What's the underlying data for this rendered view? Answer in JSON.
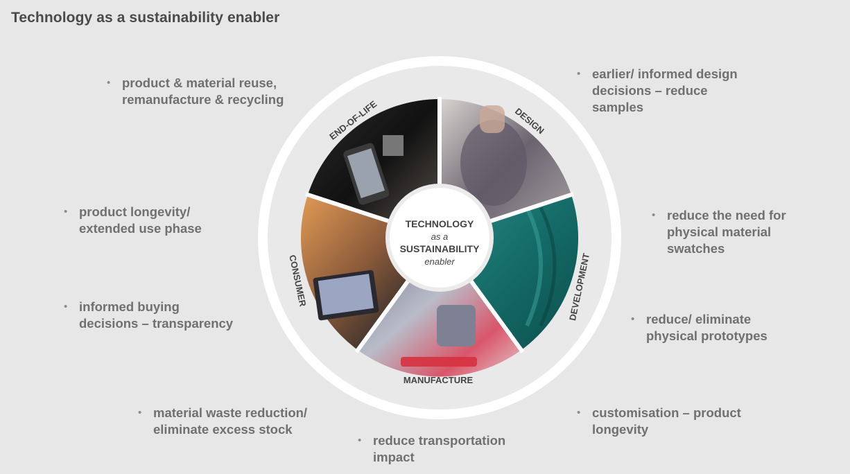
{
  "title": "Technology as a sustainability enabler",
  "center": {
    "line1": "TECHNOLOGY",
    "line2": "as a",
    "line3": "SUSTAINABILITY",
    "line4": "enabler"
  },
  "segments": [
    {
      "id": "design",
      "label": "DESIGN"
    },
    {
      "id": "development",
      "label": "DEVELOPMENT"
    },
    {
      "id": "manufacture",
      "label": "MANUFACTURE"
    },
    {
      "id": "consumer",
      "label": "CONSUMER"
    },
    {
      "id": "end-of-life",
      "label": "END-OF-LIFE"
    }
  ],
  "bullets": {
    "end_of_life": "product & material reuse,\nremanufacture & recycling",
    "design": "earlier/ informed design\ndecisions – reduce\nsamples",
    "consumer_longevity": "product longevity/\nextended use phase",
    "consumer_buying": "informed buying\ndecisions – transparency",
    "development_swatches": "reduce the need for\nphysical material\nswatches",
    "development_prototypes": "reduce/ eliminate\nphysical prototypes",
    "manufacture_waste": "material waste reduction/\neliminate excess stock",
    "manufacture_custom": "customisation – product\nlongevity",
    "manufacture_transport": "reduce transportation\nimpact"
  },
  "bullet_symbol": "•"
}
